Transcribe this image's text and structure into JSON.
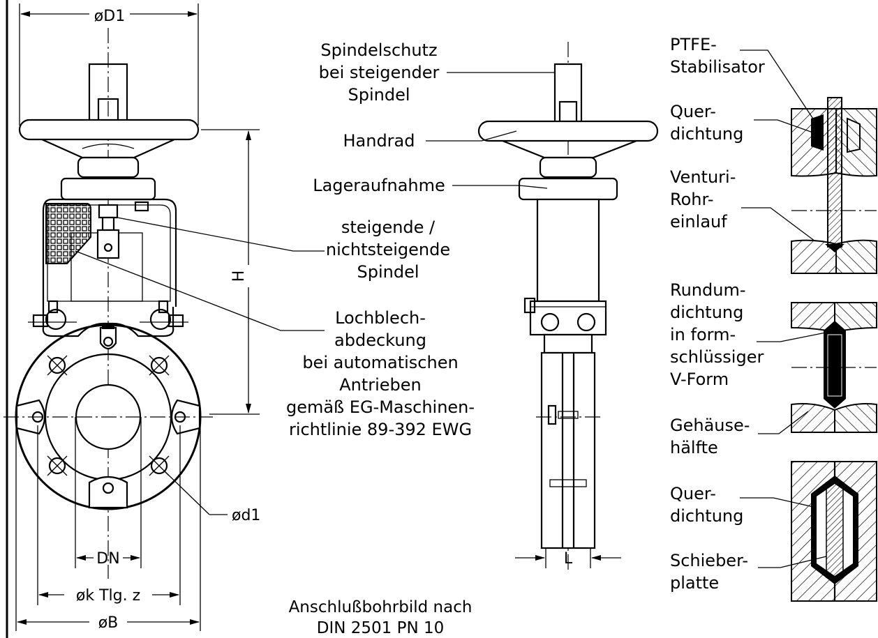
{
  "dimensions": {
    "D1": "øD1",
    "H": "H",
    "DN": "DN",
    "k": "øk Tlg. z",
    "B": "øB",
    "d1": "ød1",
    "L": "L"
  },
  "labels": {
    "spindle_guard": [
      "Spindelschutz",
      "bei steigender",
      "Spindel"
    ],
    "handwheel": "Handrad",
    "bearing": "Lageraufnahme",
    "spindle": [
      "steigende /",
      "nichtsteigende",
      "Spindel"
    ],
    "cover": [
      "Lochblech-",
      "abdeckung",
      "bei automatischen",
      "Antrieben",
      "gemäß EG-Maschinen-",
      "richtlinie 89-392 EWG"
    ]
  },
  "footnote": [
    "Anschlußbohrbild nach",
    "DIN 2501 PN 10"
  ],
  "detail_labels": {
    "ptfe": [
      "PTFE-",
      "Stabilisator"
    ],
    "cross_seal_1": [
      "Quer-",
      "dichtung"
    ],
    "venturi": [
      "Venturi-",
      "Rohr-",
      "einlauf"
    ],
    "round_seal": [
      "Rundum-",
      "dichtung",
      "in form-",
      "schlüssiger",
      "V-Form"
    ],
    "housing": [
      "Gehäuse-",
      "hälfte"
    ],
    "cross_seal_2": [
      "Quer-",
      "dichtung"
    ],
    "gate_plate": [
      "Schieber-",
      "platte"
    ]
  }
}
